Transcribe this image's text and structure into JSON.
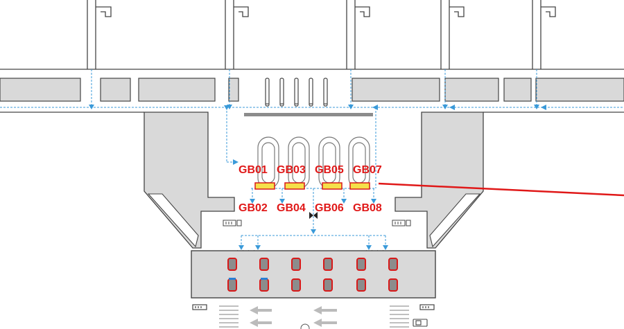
{
  "gate_labels_top": [
    "GB01",
    "GB03",
    "GB05",
    "GB07"
  ],
  "gate_labels_bottom": [
    "GB02",
    "GB04",
    "GB06",
    "GB08"
  ],
  "colors": {
    "gate_label": "#e01818",
    "gate_marker_fill": "#f5e04a",
    "gate_marker_border": "#d81818",
    "flow_arrow": "#3a9ad9",
    "wall_fill": "#d9d9d9",
    "wall_stroke": "#444444",
    "pointer_line": "#e01818",
    "seat_fill": "#8c8c8c",
    "seat_border": "#d81818",
    "seat_accent": "#2a7fd4"
  },
  "icons": {
    "glass_wall": "glass-wall-icon",
    "door": "door-icon",
    "seat": "seat-icon",
    "escalator": "escalator-icon",
    "direction_arrow": "direction-arrow-icon",
    "vehicle": "vehicle-icon"
  }
}
